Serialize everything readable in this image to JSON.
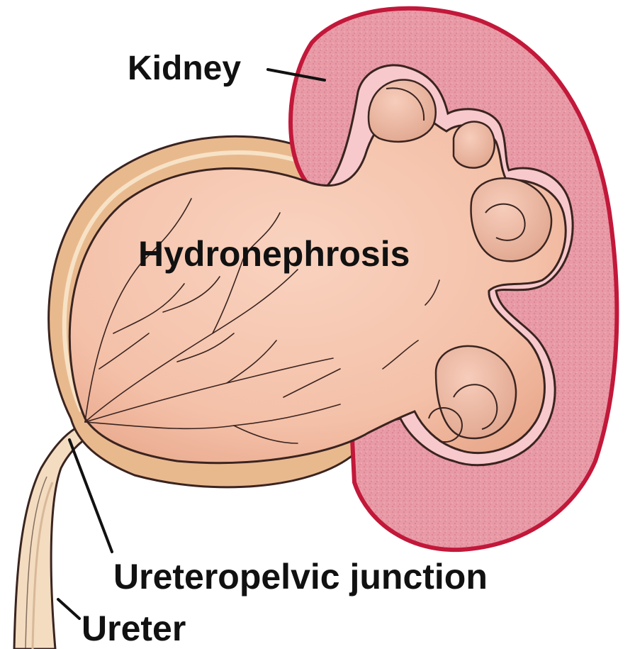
{
  "labels": {
    "kidney": "Kidney",
    "hydronephrosis": "Hydronephrosis",
    "ureteropelvic_junction": "Ureteropelvic junction",
    "ureter": "Ureter"
  },
  "colors": {
    "cortex_fill": "#e89aa6",
    "cortex_outline": "#c2183a",
    "inner_lining": "#f7c8cc",
    "pelvis_fill": "#f6c7b2",
    "pelvis_shadow": "#e0a98c",
    "back_wall": "#e9b98e",
    "ureter_fill": "#f3dcc0",
    "vessel": "#3a2420"
  }
}
